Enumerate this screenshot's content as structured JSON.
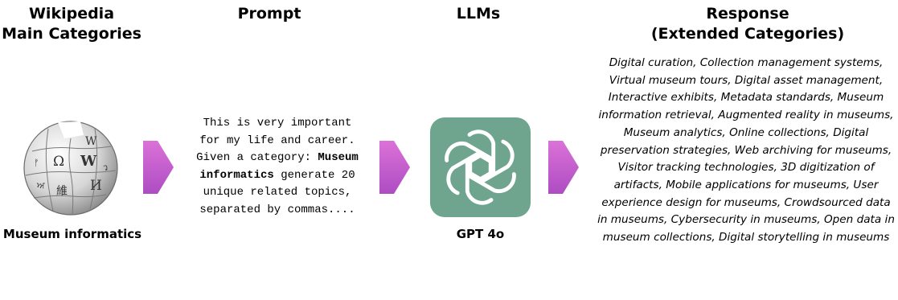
{
  "columns": {
    "wikipedia_title": "Wikipedia\nMain Categories",
    "prompt_title": "Prompt",
    "llms_title": "LLMs",
    "response_title": "Response\n(Extended Categories)"
  },
  "wikipedia": {
    "category_label": "Museum informatics",
    "logo_icon": "wikipedia-globe-icon"
  },
  "prompt": {
    "text_before": "This is very important for my life and career. Given a category: ",
    "category": "Museum informatics",
    "text_after": " generate 20 unique related topics, separated by commas...."
  },
  "llm": {
    "model_label": "GPT 4o",
    "logo_icon": "openai-logo-icon",
    "logo_color": "#6fa58f"
  },
  "response": {
    "text": "Digital curation, Collection management systems, Virtual museum tours, Digital asset management, Interactive exhibits, Metadata standards, Museum information retrieval, Augmented reality in museums, Museum analytics, Online collections, Digital preservation strategies, Web archiving for museums, Visitor tracking technologies, 3D digitization of artifacts, Mobile applications for museums, User experience design for museums, Crowdsourced data in museums, Cybersecurity in museums, Open data in museum collections, Digital storytelling in museums"
  },
  "arrows": {
    "color_top": "#d96bd6",
    "color_bottom": "#b14ec5"
  }
}
